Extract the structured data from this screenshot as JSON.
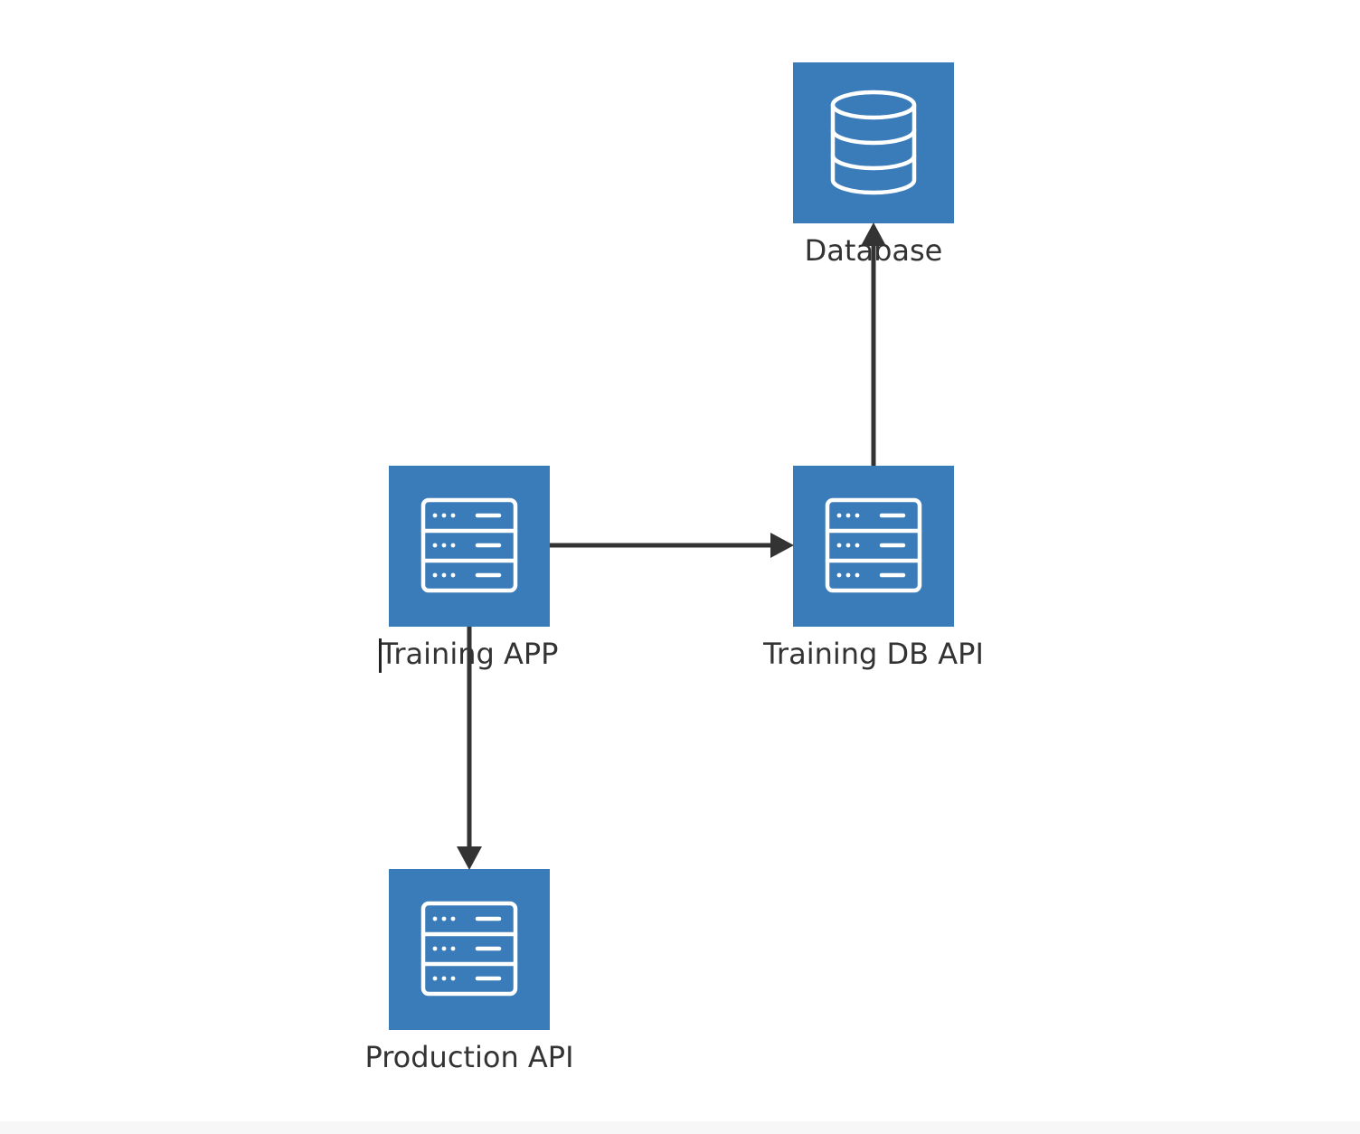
{
  "colors": {
    "node_fill": "#3a7cb9",
    "icon_stroke": "#ffffff",
    "edge": "#333333",
    "label": "#333333"
  },
  "nodes": [
    {
      "id": "database",
      "label": "Database",
      "icon": "database-icon"
    },
    {
      "id": "training-app",
      "label": "Training APP",
      "icon": "server-icon"
    },
    {
      "id": "training-db-api",
      "label": "Training DB API",
      "icon": "server-icon"
    },
    {
      "id": "production-api",
      "label": "Production API",
      "icon": "server-icon"
    }
  ],
  "edges": [
    {
      "from": "training-app",
      "to": "training-db-api"
    },
    {
      "from": "training-db-api",
      "to": "database"
    },
    {
      "from": "training-app",
      "to": "production-api"
    }
  ]
}
